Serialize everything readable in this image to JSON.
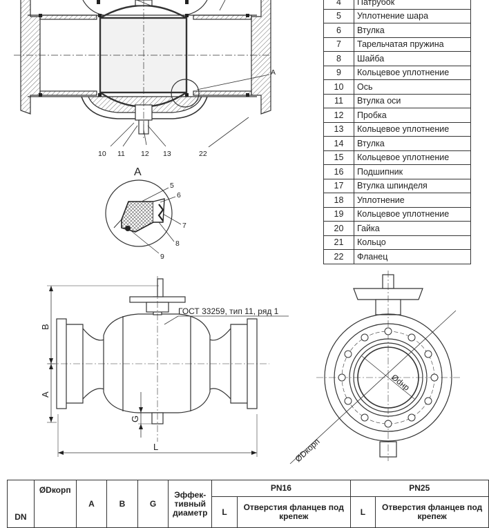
{
  "parts_table": {
    "rows": [
      {
        "num": "4",
        "name": "Патрубок"
      },
      {
        "num": "5",
        "name": "Уплотнение шара"
      },
      {
        "num": "6",
        "name": "Втулка"
      },
      {
        "num": "7",
        "name": "Тарельчатая пружина"
      },
      {
        "num": "8",
        "name": "Шайба"
      },
      {
        "num": "9",
        "name": "Кольцевое уплотнение"
      },
      {
        "num": "10",
        "name": "Ось"
      },
      {
        "num": "11",
        "name": "Втулка оси"
      },
      {
        "num": "12",
        "name": "Пробка"
      },
      {
        "num": "13",
        "name": "Кольцевое уплотнение"
      },
      {
        "num": "14",
        "name": "Втулка"
      },
      {
        "num": "15",
        "name": "Кольцевое уплотнение"
      },
      {
        "num": "16",
        "name": "Подшипник"
      },
      {
        "num": "17",
        "name": "Втулка шпинделя"
      },
      {
        "num": "18",
        "name": "Уплотнение"
      },
      {
        "num": "19",
        "name": "Кольцевое уплотнение"
      },
      {
        "num": "20",
        "name": "Гайка"
      },
      {
        "num": "21",
        "name": "Кольцо"
      },
      {
        "num": "22",
        "name": "Фланец"
      }
    ]
  },
  "section_callouts": {
    "marker_a": "A",
    "n10": "10",
    "n11": "11",
    "n12": "12",
    "n13": "13",
    "n22": "22"
  },
  "detail_view": {
    "title": "A",
    "n5": "5",
    "n6": "6",
    "n7": "7",
    "n8": "8",
    "n9": "9"
  },
  "side_view": {
    "dim_b": "B",
    "dim_a": "A",
    "dim_g": "G",
    "dim_l": "L",
    "standard_note": "ГОСТ 33259, тип 11, ряд 1"
  },
  "end_view": {
    "d_inner": "Ødнр",
    "d_body": "ØDкорп"
  },
  "spec_table": {
    "dn": "DN",
    "dkorp": "ØDкорп",
    "a": "A",
    "b": "B",
    "g": "G",
    "effective": "Эффек-тивный диаметр",
    "pn16": "PN16",
    "pn25": "PN25",
    "l": "L",
    "holes": "Отверстия фланцев под крепеж"
  }
}
